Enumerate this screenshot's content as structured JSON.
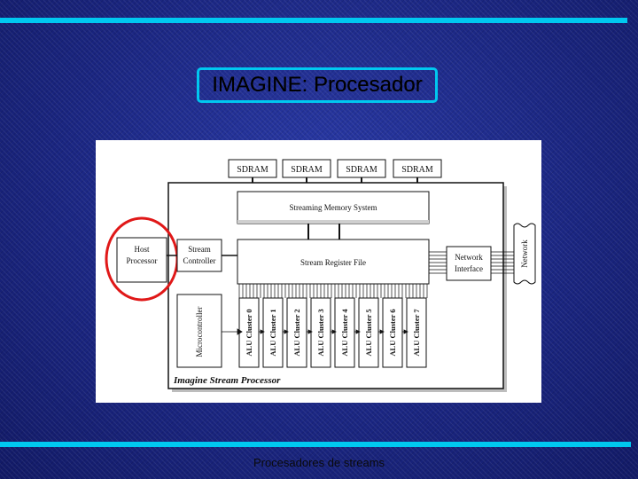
{
  "slide": {
    "title": "IMAGINE: Procesador",
    "footer": "Procesadores de streams",
    "accent_color": "#00c8f0",
    "highlight_color": "#e01818"
  },
  "diagram": {
    "sdram": [
      "SDRAM",
      "SDRAM",
      "SDRAM",
      "SDRAM"
    ],
    "streaming_memory": "Streaming Memory System",
    "host": [
      "Host",
      "Processor"
    ],
    "stream_controller": [
      "Stream",
      "Controller"
    ],
    "stream_register_file": "Stream Register File",
    "network_interface": [
      "Network",
      "Interface"
    ],
    "network": "Network",
    "microcontroller": "Microcontroller",
    "alu_clusters": [
      "ALU Cluster 0",
      "ALU Cluster 1",
      "ALU Cluster 2",
      "ALU Cluster 3",
      "ALU Cluster 4",
      "ALU Cluster 5",
      "ALU Cluster 6",
      "ALU Cluster 7"
    ],
    "caption": "Imagine Stream Processor"
  }
}
